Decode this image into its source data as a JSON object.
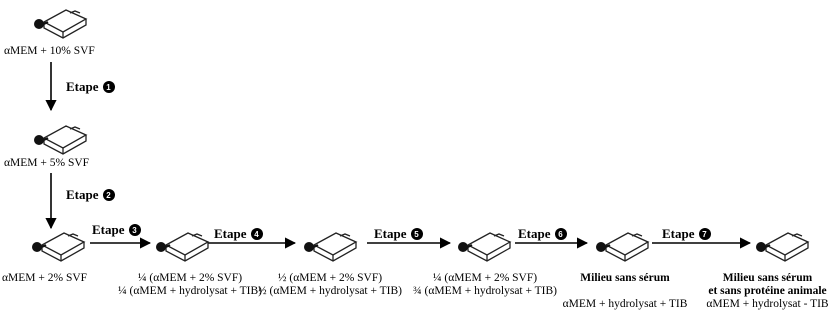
{
  "stages": [
    {
      "lines": [
        "αMEM + 10% SVF"
      ]
    },
    {
      "lines": [
        "αMEM + 5% SVF"
      ]
    },
    {
      "lines": [
        "αMEM + 2% SVF"
      ]
    },
    {
      "lines": [
        "¼ (αMEM + 2% SVF)",
        "¼ (αMEM + hydrolysat + TIB)"
      ]
    },
    {
      "lines": [
        "½ (αMEM + 2% SVF)",
        "½ (αMEM + hydrolysat + TIB)"
      ]
    },
    {
      "lines": [
        "¼ (αMEM + 2% SVF)",
        "¾ (αMEM + hydrolysat + TIB)"
      ]
    },
    {
      "title": "Milieu sans sérum",
      "lines": [
        "αMEM + hydrolysat + TIB"
      ]
    },
    {
      "title": "Milieu sans sérum",
      "title2": "et sans protéine animale",
      "lines": [
        "αMEM + hydrolysat - TIB"
      ]
    }
  ],
  "steps": [
    {
      "label": "Etape",
      "num": "1"
    },
    {
      "label": "Etape",
      "num": "2"
    },
    {
      "label": "Etape",
      "num": "3"
    },
    {
      "label": "Etape",
      "num": "4"
    },
    {
      "label": "Etape",
      "num": "5"
    },
    {
      "label": "Etape",
      "num": "6"
    },
    {
      "label": "Etape",
      "num": "7"
    }
  ]
}
